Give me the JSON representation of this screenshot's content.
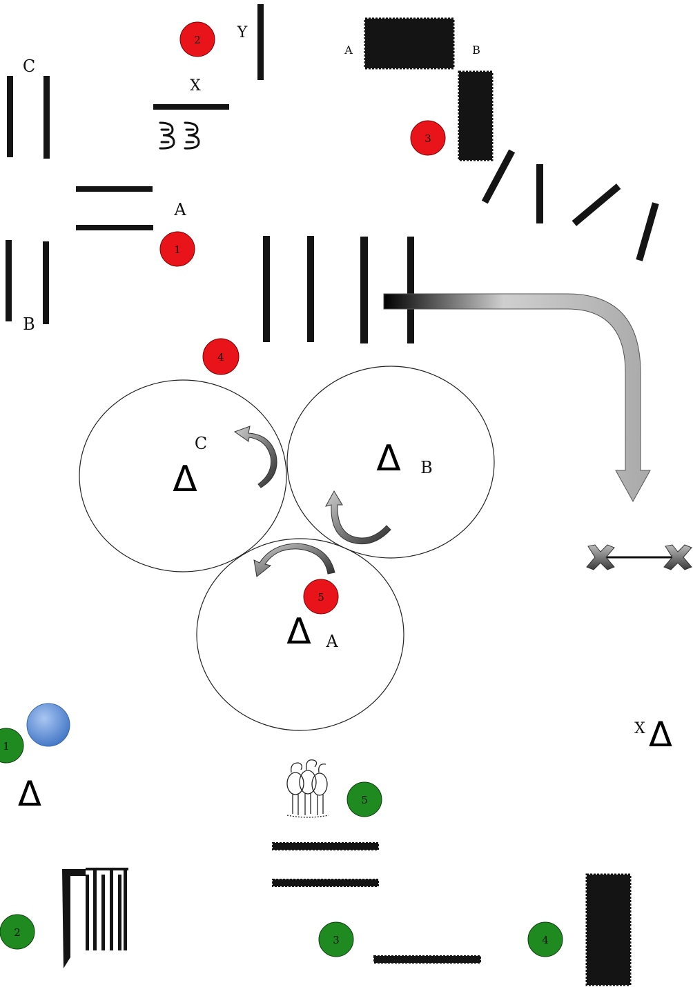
{
  "labels": {
    "c_top": "C",
    "b_left": "B",
    "a_mid": "A",
    "x_top": "X",
    "y_top": "Y",
    "a_slab": "A",
    "b_slab": "B",
    "circle_c": "C",
    "circle_b": "B",
    "circle_a": "A",
    "x_right": "X"
  },
  "triangle_glyph": "Δ",
  "red_markers": [
    "1",
    "2",
    "3",
    "4",
    "5"
  ],
  "green_markers": [
    "1",
    "2",
    "3",
    "4",
    "5"
  ],
  "colors": {
    "red_marker": "#e8141a",
    "green_marker": "#1f8a1f",
    "blue_ball": "#5b8fd9",
    "bar": "#141414",
    "arrow_gray": "#9c9c9c"
  },
  "icons": [
    "curved-rotation-arrow-icon",
    "down-bent-arrow-icon",
    "cross-connector-icon",
    "flamingo-group-icon",
    "comb-icon",
    "chromosome-pair-icon"
  ]
}
